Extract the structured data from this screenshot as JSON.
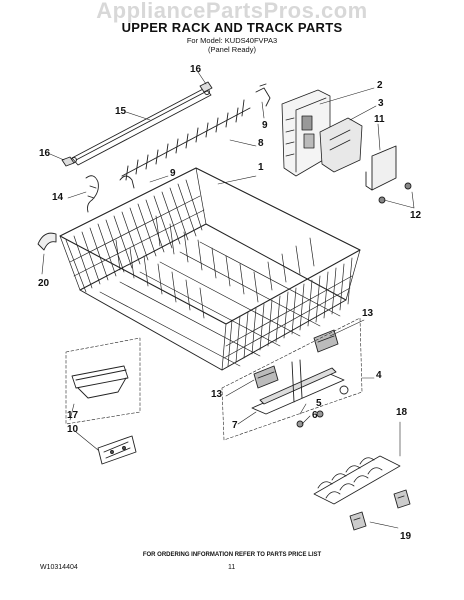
{
  "header": {
    "watermark": "AppliancePartsPros.com",
    "title": "UPPER RACK AND TRACK PARTS",
    "model_line": "For Model: KUDS40FVPA3",
    "panel_line": "(Panel Ready)"
  },
  "callouts": {
    "c1": "1",
    "c2": "2",
    "c3": "3",
    "c4": "4",
    "c5": "5",
    "c6": "6",
    "c7": "7",
    "c8": "8",
    "c9a": "9",
    "c9b": "9",
    "c10": "10",
    "c11": "11",
    "c12": "12",
    "c13a": "13",
    "c13b": "13",
    "c14": "14",
    "c15": "15",
    "c16a": "16",
    "c16b": "16",
    "c17": "17",
    "c18": "18",
    "c19": "19",
    "c20": "20"
  },
  "footer": {
    "order_info": "FOR ORDERING INFORMATION REFER TO PARTS PRICE LIST",
    "doc_number": "W10314404",
    "page_number": "11"
  }
}
